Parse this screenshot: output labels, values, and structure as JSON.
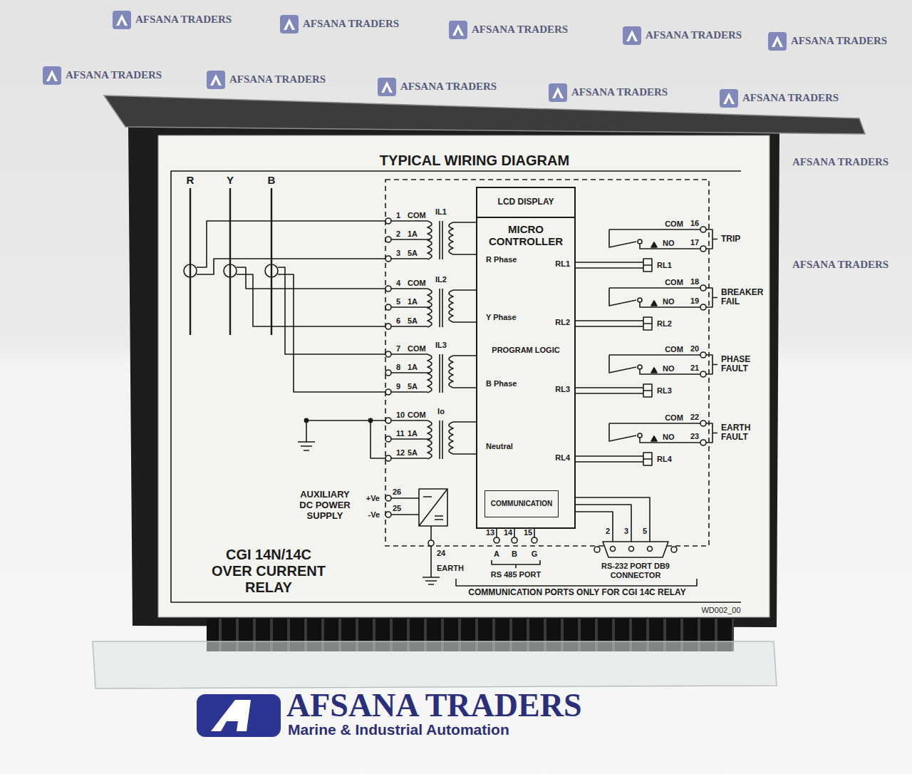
{
  "diagram": {
    "title": "TYPICAL WIRING DIAGRAM",
    "nodes": [
      {
        "text": [
          "MICRO CONTROLLER",
          "R Phase",
          "RL1",
          "Y Phase",
          "RL2",
          "PROGRAM LOGIC",
          "B Phase",
          "RL3",
          "Neutral",
          "RL4"
        ]
      },
      {
        "text": [
          "LCD DISPLAY"
        ],
        "in": 0
      },
      {
        "text": [
          "COMMUNICATION"
        ],
        "in": 0
      }
    ],
    "labels": [
      "R",
      "Y",
      "B",
      "1",
      "COM",
      "IL1",
      "2",
      "1A",
      "3",
      "5A",
      "4",
      "COM",
      "IL2",
      "5",
      "1A",
      "6",
      "5A",
      "7",
      "COM",
      "IL3",
      "8",
      "1A",
      "9",
      "5A",
      "10",
      "COM",
      "Io",
      "11",
      "1A",
      "12",
      "5A",
      "AUXILIARY DC POWER SUPPLY",
      "+Ve",
      "26",
      "-Ve",
      "25",
      "24",
      "EARTH",
      "13",
      "14",
      "15",
      "A",
      "B",
      "G",
      "RS 485 PORT",
      "2",
      "3",
      "5",
      "RS-232 PORT DB9 CONNECTOR",
      "COMMUNICATION PORTS ONLY FOR CGI 14C RELAY",
      "WD002_00",
      "CGI 14N/14C OVER CURRENT RELAY",
      "COM",
      "16",
      "NO",
      "17",
      "TRIP",
      "RL1",
      "COM",
      "18",
      "NO",
      "19",
      "BREAKER FAIL",
      "RL2",
      "COM",
      "20",
      "NO",
      "21",
      "PHASE FAULT",
      "RL3",
      "COM",
      "22",
      "NO",
      "23",
      "EARTH FAULT",
      "RL4",
      "AFSANA TRADERS",
      "AFSANA TRADERS",
      "AFSANA TRADERS",
      "AFSANA TRADERS",
      "AFSANA TRADERS",
      "AFSANA TRADERS",
      "AFSANA TRADERS",
      "AFSANA TRADERS",
      "AFSANA TRADERS",
      "AFSANA TRADERS",
      "AFSANA TRADERS",
      "AFSANA TRADERS",
      "AFSANA TRADERS",
      "Marine & Industrial Automation"
    ]
  }
}
